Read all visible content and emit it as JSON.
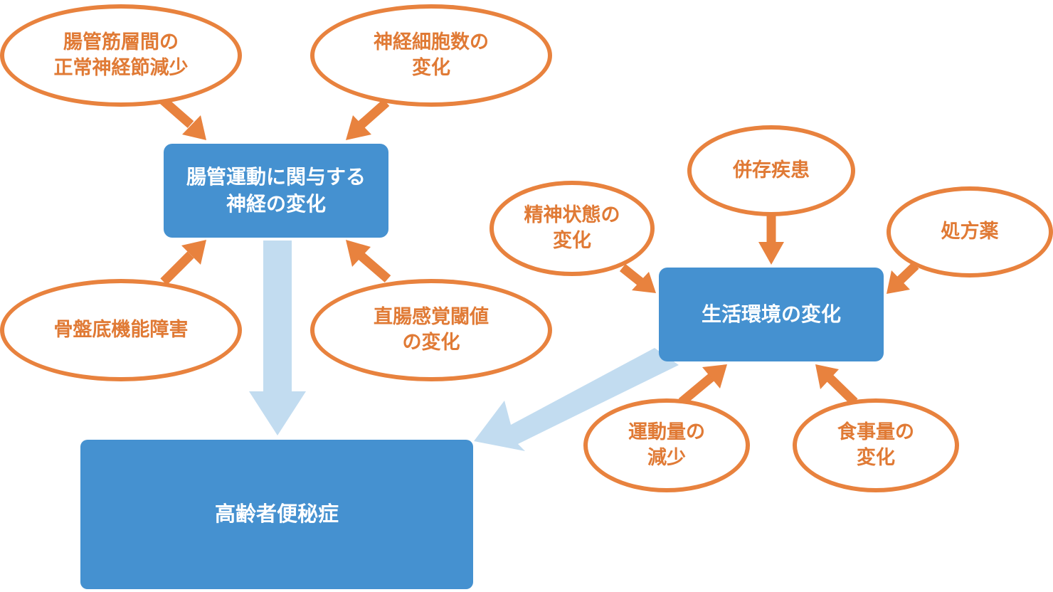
{
  "colors": {
    "orange": "#E8823E",
    "orange_text": "#E07A35",
    "blue": "#4591D0",
    "light_blue": "#C2DCF0"
  },
  "boxes": {
    "nerve_change": "腸管運動に関与する\n神経の変化",
    "environment_change": "生活環境の変化",
    "constipation": "高齢者便秘症"
  },
  "nerve_factors": {
    "enteric_neuron_loss": "腸管筋層間の\n正常神経節減少",
    "neuron_count_change": "神経細胞数の\n変化",
    "pelvic_floor": "骨盤底機能障害",
    "rectal_threshold": "直腸感覚閾値\nの変化"
  },
  "environment_factors": {
    "mental_state": "精神状態の\n変化",
    "comorbidity": "併存疾患",
    "prescription": "処方薬",
    "exercise": "運動量の\n減少",
    "diet": "食事量の\n変化"
  }
}
